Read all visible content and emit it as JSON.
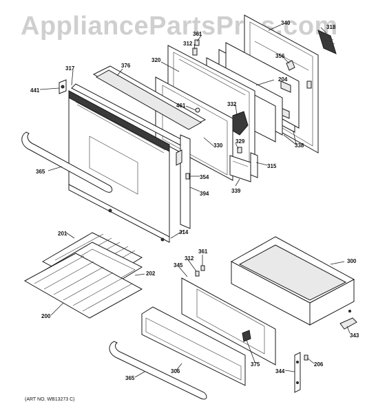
{
  "watermark": "AppliancePartsPros.com",
  "art_note": "(ART NO. WB13273 C)",
  "labels": {
    "l340": "340",
    "l318": "318",
    "l361a": "361",
    "l312a": "312",
    "l356": "356",
    "l317": "317",
    "l376": "376",
    "l320": "320",
    "l204": "204",
    "l441": "441",
    "l461": "461",
    "l332": "332",
    "l329": "329",
    "l330": "330",
    "l338": "338",
    "l315": "315",
    "l365a": "365",
    "l354": "354",
    "l339": "339",
    "l394": "394",
    "l314": "314",
    "l201": "201",
    "l361b": "361",
    "l312b": "312",
    "l300": "300",
    "l345": "345",
    "l202": "202",
    "l200": "200",
    "l343": "343",
    "l375": "375",
    "l206": "206",
    "l306": "306",
    "l344": "344",
    "l365b": "365"
  }
}
